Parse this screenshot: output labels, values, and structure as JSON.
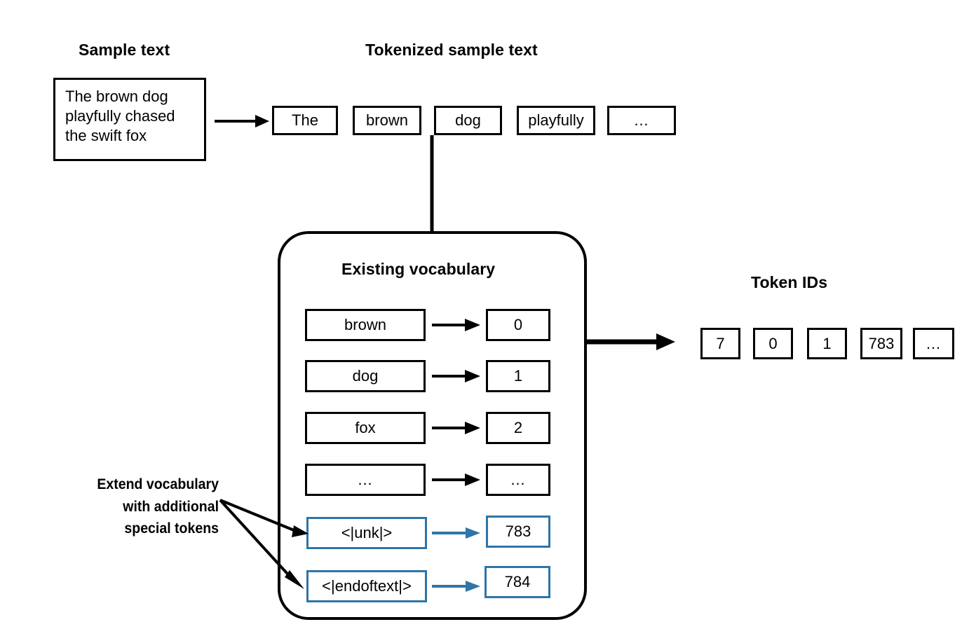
{
  "diagram": {
    "title_sample": "Sample text",
    "title_tokenized": "Tokenized sample text",
    "title_vocab": "Existing vocabulary",
    "title_token_ids": "Token IDs",
    "annotation": {
      "line1": "Extend vocabulary",
      "line2": "with additional",
      "line3": "special tokens"
    }
  },
  "sample_text": {
    "line1": "The brown dog",
    "line2": "playfully chased",
    "line3": "the swift fox"
  },
  "tokens": [
    {
      "label": "The"
    },
    {
      "label": "brown"
    },
    {
      "label": "dog"
    },
    {
      "label": "playfully"
    },
    {
      "label": "…"
    }
  ],
  "vocabulary": [
    {
      "word": "brown",
      "id": "0",
      "special": false
    },
    {
      "word": "dog",
      "id": "1",
      "special": false
    },
    {
      "word": "fox",
      "id": "2",
      "special": false
    },
    {
      "word": "…",
      "id": "…",
      "special": false
    },
    {
      "word": "<|unk|>",
      "id": "783",
      "special": true
    },
    {
      "word": "<|endoftext|>",
      "id": "784",
      "special": true
    }
  ],
  "token_ids": [
    {
      "value": "7"
    },
    {
      "value": "0"
    },
    {
      "value": "1"
    },
    {
      "value": "783"
    },
    {
      "value": "…"
    }
  ],
  "colors": {
    "stroke": "#000000",
    "special_accent": "#2e75a8",
    "background": "#ffffff"
  }
}
